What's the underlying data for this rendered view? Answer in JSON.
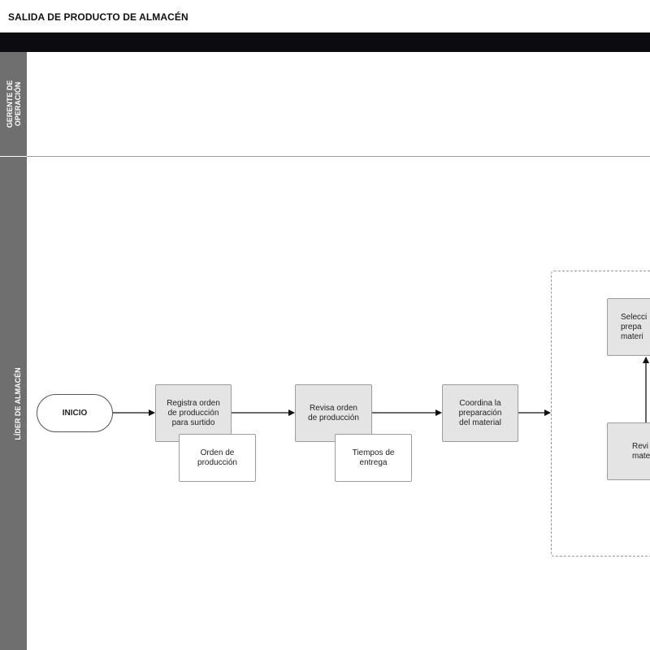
{
  "title": "SALIDA DE PRODUCTO DE ALMACÉN",
  "lanes": {
    "gerente": "GERENTE DE\nOPERACIÓN",
    "lider": "LÍDER DE ALMACÉN"
  },
  "nodes": {
    "inicio": "INICIO",
    "registra": "Registra orden\nde producción\npara surtido",
    "orden_doc": "Orden de\nproducción",
    "revisa": "Revisa orden\nde producción",
    "tiempos_doc": "Tiempos de\nentrega",
    "coordina": "Coordina la\npreparación\ndel material",
    "selecciona_partial": "Selecci\nprepa\nmateri",
    "revisa_material_partial": "Revi\nmateri"
  },
  "colors": {
    "header_bar": "#0b0b10",
    "lane_label": "#6f6f6f",
    "process_fill": "#e4e4e4"
  }
}
